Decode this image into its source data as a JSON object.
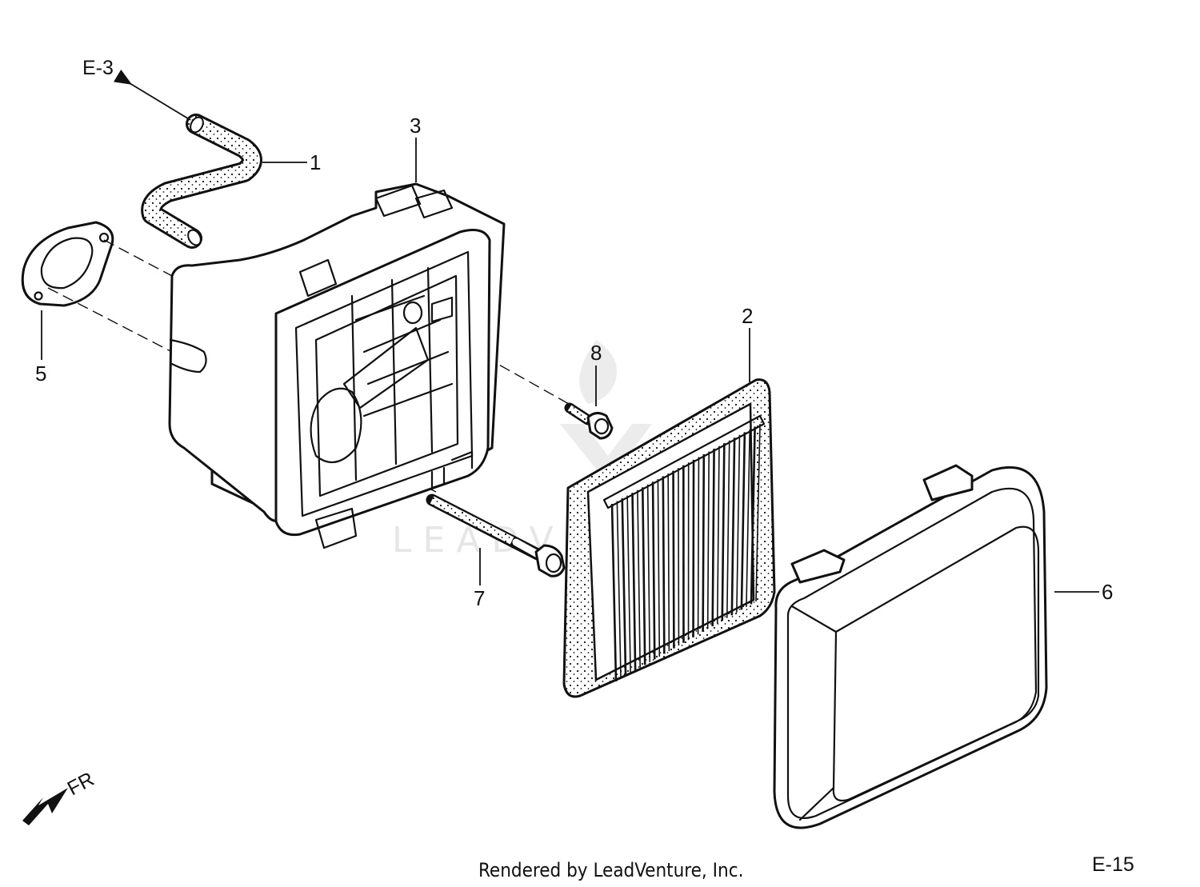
{
  "callouts": [
    {
      "id": "1",
      "text": "1"
    },
    {
      "id": "2",
      "text": "2"
    },
    {
      "id": "3",
      "text": "3"
    },
    {
      "id": "5",
      "text": "5"
    },
    {
      "id": "6",
      "text": "6"
    },
    {
      "id": "7",
      "text": "7"
    },
    {
      "id": "8",
      "text": "8"
    }
  ],
  "reference_arrow_label": "E-3",
  "direction_label": "FR",
  "page_code": "E-15",
  "credit": "Rendered by LeadVenture, Inc.",
  "watermark": "LEADVENTURE",
  "colors": {
    "line": "#111111",
    "watermark": "#e6e6e6",
    "background": "#ffffff"
  }
}
